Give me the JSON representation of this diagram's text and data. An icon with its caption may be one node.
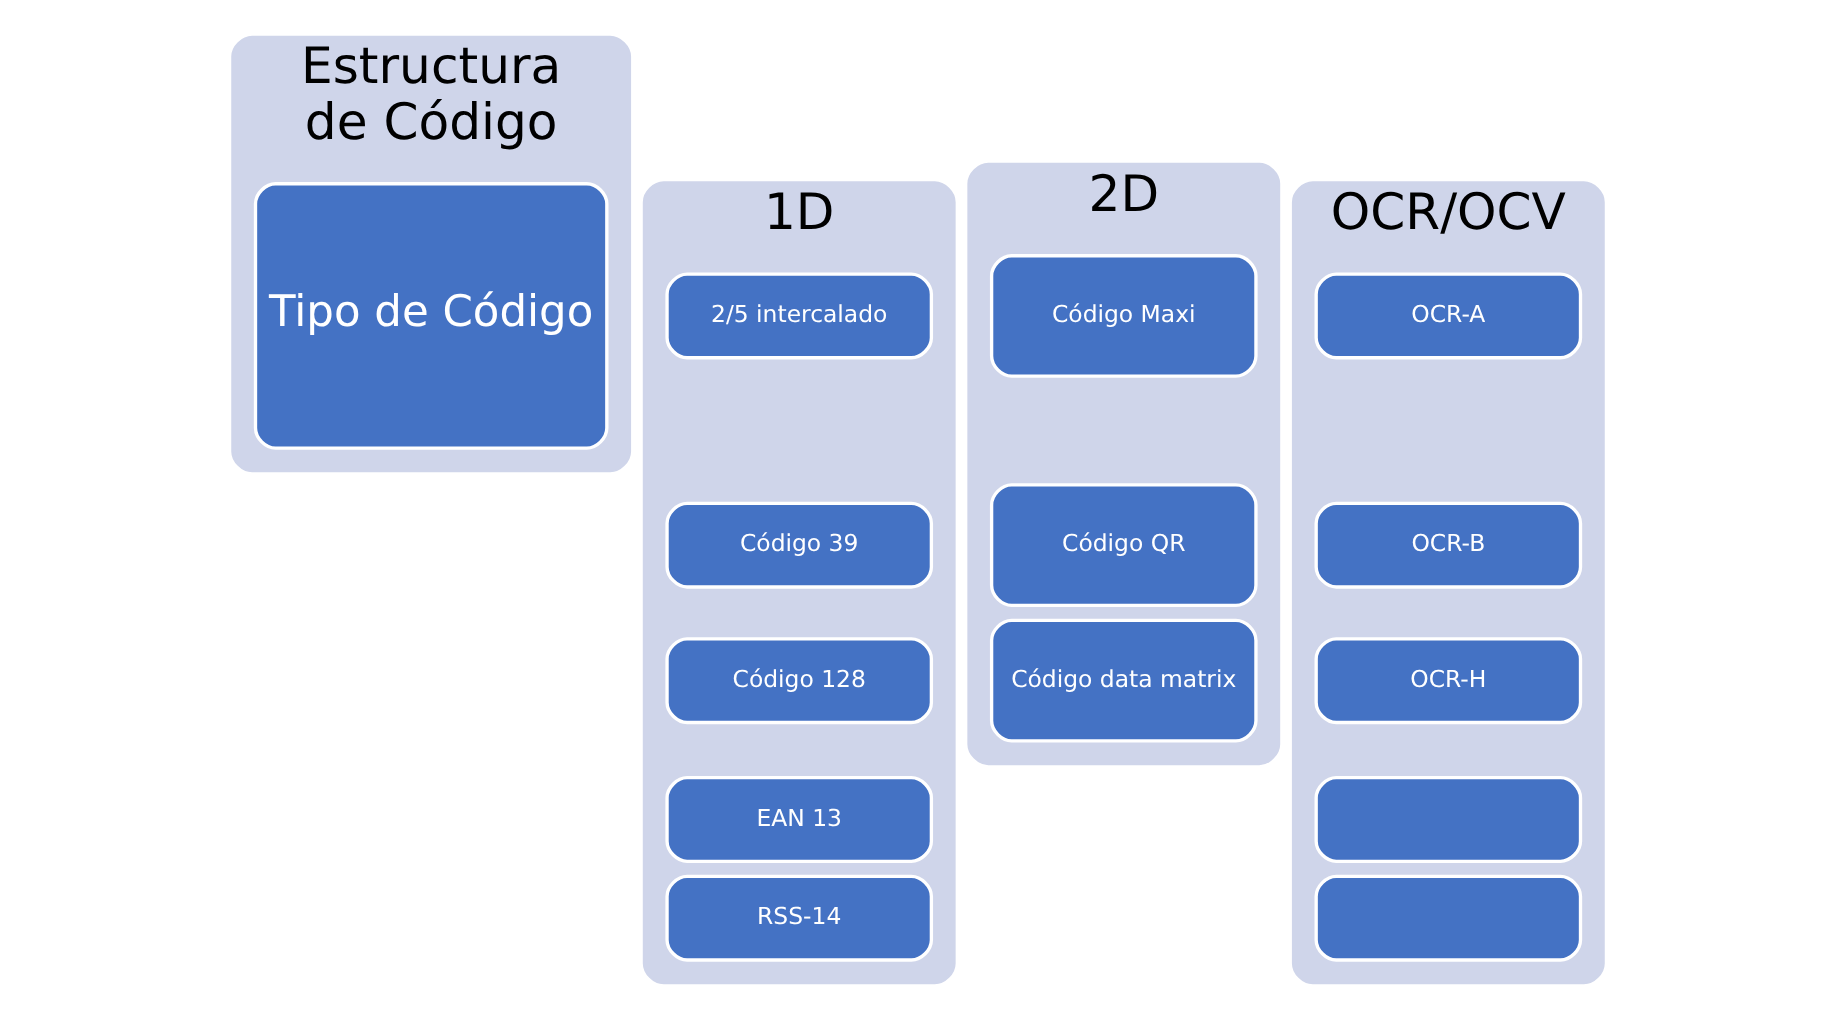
{
  "diagram": {
    "nodes": [
      {
        "text": [
          "Estructura de Código"
        ]
      },
      {
        "text": [
          "Tipo de Código"
        ],
        "in": 0
      },
      {
        "text": [
          "1D"
        ]
      },
      {
        "text": [
          "2/5 intercalado"
        ],
        "in": 2
      },
      {
        "text": [
          "Código 39"
        ],
        "in": 2
      },
      {
        "text": [
          "Código 128"
        ],
        "in": 2
      },
      {
        "text": [
          "EAN 13"
        ],
        "in": 2
      },
      {
        "text": [
          "RSS-14"
        ],
        "in": 2
      },
      {
        "text": [
          "2D"
        ]
      },
      {
        "text": [
          "Código Maxi"
        ],
        "in": 8
      },
      {
        "text": [
          "Código QR"
        ],
        "in": 8
      },
      {
        "text": [
          "Código data matrix"
        ],
        "in": 8
      },
      {
        "text": [
          "OCR/OCV"
        ]
      },
      {
        "text": [
          "OCR-A"
        ],
        "in": 12
      },
      {
        "text": [
          "OCR-B"
        ],
        "in": 12
      },
      {
        "text": [
          "OCR-H"
        ],
        "in": 12
      },
      {
        "text": [],
        "shape": "box",
        "in": 12
      },
      {
        "text": [],
        "shape": "box",
        "in": 12
      }
    ]
  }
}
